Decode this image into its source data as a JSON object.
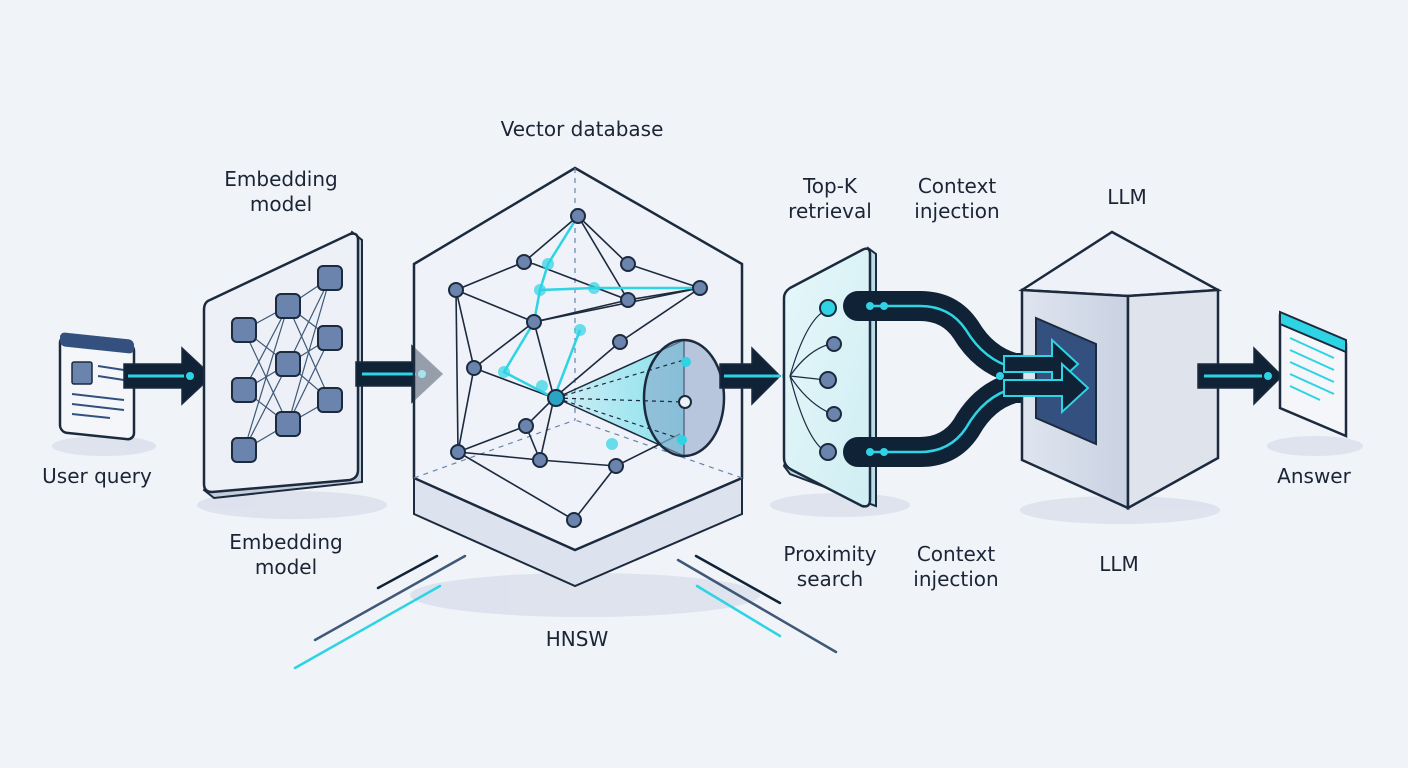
{
  "labels": {
    "vector_database": "Vector database",
    "embedding_model_top": [
      "Embedding",
      "model"
    ],
    "embedding_model_bottom": [
      "Embedding",
      "model"
    ],
    "user_query": "User query",
    "hnsw": "HNSW",
    "top_k": [
      "Top-K",
      "retrieval"
    ],
    "context_top": [
      "Context",
      "injection"
    ],
    "proximity": [
      "Proximity",
      "search"
    ],
    "context_bottom": [
      "Context",
      "injection"
    ],
    "llm_top": "LLM",
    "llm_bottom": "LLM",
    "answer": "Answer"
  },
  "colors": {
    "background": "#f0f3f8",
    "navy": "#0f2236",
    "outline": "#1c2a3e",
    "accent": "#2ed3e4",
    "node": "#6b84ad",
    "panel": "#e4eaf3",
    "glass": "#dff4f7",
    "shadow": "#d6dcea"
  },
  "icons": [
    "document-icon",
    "answer-document-icon",
    "neural-network-icon",
    "hnsw-graph-icon",
    "search-cone-icon",
    "server-icon"
  ]
}
